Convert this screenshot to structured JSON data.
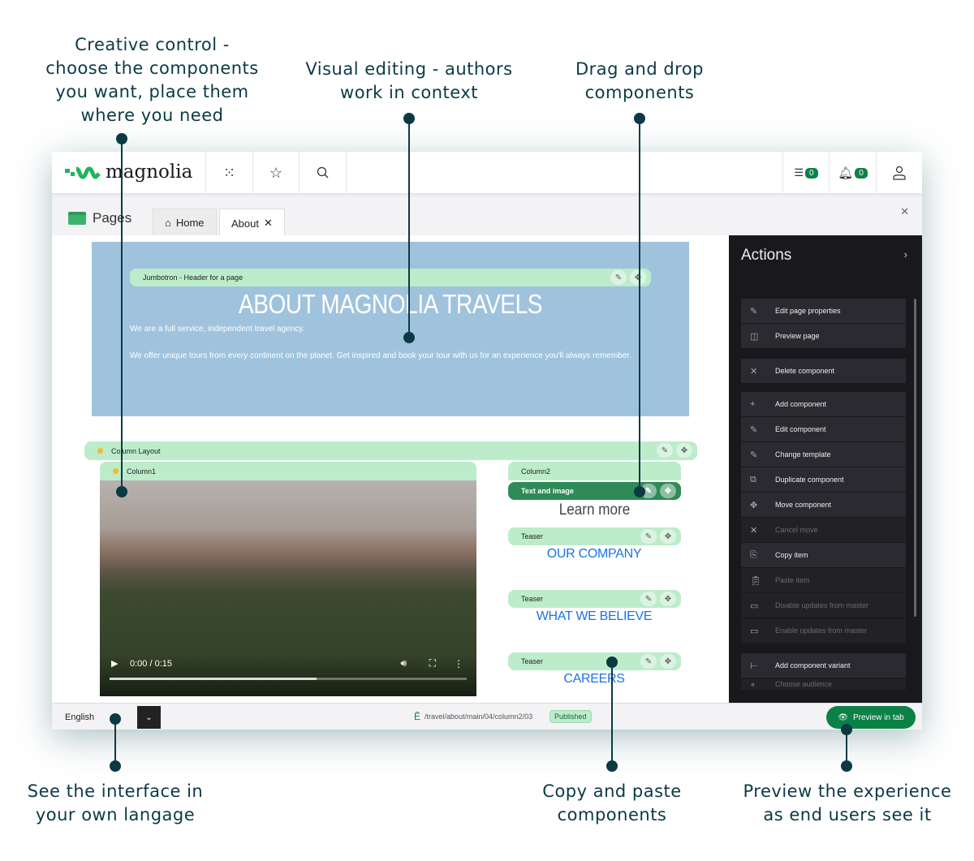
{
  "callouts": {
    "creative": "Creative control -\nchoose the components\nyou want, place them\nwhere you need",
    "visual": "Visual editing - authors\nwork in context",
    "drag": "Drag and drop\ncomponents",
    "language": "See the interface in\nyour own langage",
    "copy": "Copy and paste\ncomponents",
    "preview": "Preview the experience\nas end users see it"
  },
  "topbar": {
    "logo": "magnolia",
    "tasks_count": "0",
    "notifications_count": "0"
  },
  "app": {
    "title": "Pages",
    "tabs": [
      {
        "label": "Home"
      },
      {
        "label": "About"
      }
    ]
  },
  "page": {
    "jumbotron_label": "Jumbotron - Header for a page",
    "title": "ABOUT MAGNOLIA TRAVELS",
    "text1": "We are a full service, independent travel agency.",
    "text2": "We offer unique tours from every continent on the planet. Get inspired and book your tour with us for an experience you'll always remember.",
    "column_layout": "Column Layout",
    "column1": "Column1",
    "column2": "Column2",
    "text_and_image": "Text and image",
    "learn_more": "Learn more",
    "teasers": [
      {
        "label": "Teaser",
        "link": "OUR COMPANY"
      },
      {
        "label": "Teaser",
        "link": "WHAT WE BELIEVE"
      },
      {
        "label": "Teaser",
        "link": "CAREERS"
      }
    ],
    "video_time": "0:00 / 0:15",
    "video_progress": 0.58
  },
  "actions": {
    "title": "Actions",
    "items": [
      {
        "label": "Edit page properties",
        "icon": "pencil-icon",
        "enabled": true
      },
      {
        "label": "Preview page",
        "icon": "preview-icon",
        "enabled": true
      },
      {
        "label": "Delete component",
        "icon": "close-icon",
        "enabled": true
      },
      {
        "label": "Add component",
        "icon": "plus-icon",
        "enabled": true
      },
      {
        "label": "Edit component",
        "icon": "pencil-icon",
        "enabled": true
      },
      {
        "label": "Change template",
        "icon": "pencil-icon",
        "enabled": true
      },
      {
        "label": "Duplicate component",
        "icon": "duplicate-icon",
        "enabled": true
      },
      {
        "label": "Move component",
        "icon": "move-icon",
        "enabled": true
      },
      {
        "label": "Cancel move",
        "icon": "close-icon",
        "enabled": false
      },
      {
        "label": "Copy item",
        "icon": "copy-icon",
        "enabled": true
      },
      {
        "label": "Paste item",
        "icon": "paste-icon",
        "enabled": false
      },
      {
        "label": "Disable updates from master",
        "icon": "unlink-icon",
        "enabled": false
      },
      {
        "label": "Enable updates from master",
        "icon": "link-icon",
        "enabled": false
      },
      {
        "label": "Add component variant",
        "icon": "variant-icon",
        "enabled": true
      },
      {
        "label": "Choose audience",
        "icon": "audience-icon",
        "enabled": false
      }
    ]
  },
  "footer": {
    "language": "English",
    "path": "/travel/about/main/04/column2/03",
    "status": "Published",
    "preview_button": "Preview in tab"
  },
  "colors": {
    "accent": "#0c8146",
    "component_bar": "#bdeccb",
    "callout": "#0b3a44",
    "jumbotron": "#a0c3dd"
  }
}
